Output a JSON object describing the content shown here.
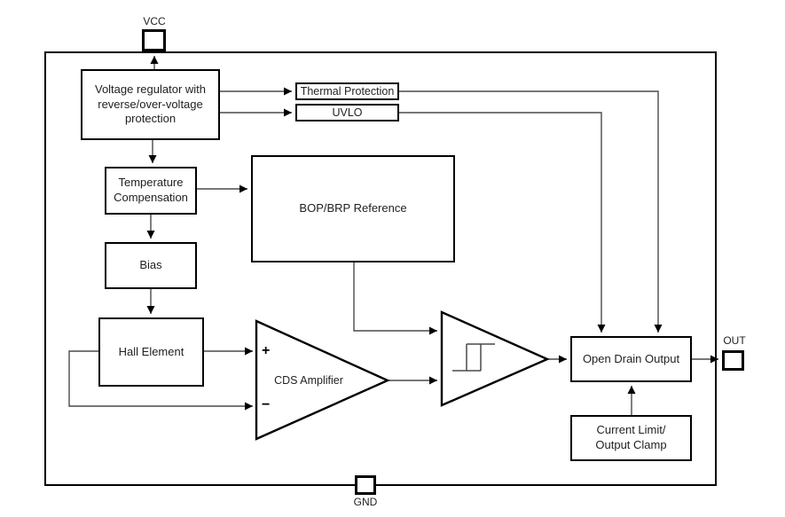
{
  "pins": {
    "vcc": {
      "label": "VCC"
    },
    "out": {
      "label": "OUT"
    },
    "gnd": {
      "label": "GND"
    }
  },
  "blocks": {
    "regulator": {
      "label": "Voltage regulator with\nreverse/over-voltage\nprotection"
    },
    "thermal": {
      "label": "Thermal Protection"
    },
    "uvlo": {
      "label": "UVLO"
    },
    "temp_comp": {
      "label": "Temperature\nCompensation"
    },
    "bop_brp": {
      "label": "BOP/BRP Reference"
    },
    "bias": {
      "label": "Bias"
    },
    "hall": {
      "label": "Hall Element"
    },
    "open_drain": {
      "label": "Open Drain Output"
    },
    "current_limit": {
      "label": "Current Limit/\nOutput Clamp"
    }
  },
  "amplifier": {
    "label": "CDS Amplifier",
    "plus": "+",
    "minus": "−"
  },
  "icons": {
    "cds_amplifier_triangle": "amplifier-triangle-icon",
    "schmitt_trigger_triangle": "comparator-triangle-icon",
    "hysteresis_glyph": "hysteresis-icon"
  },
  "colors": {
    "border": "#000000",
    "connector": "#4a4a4a",
    "background": "#ffffff",
    "text": "#1f1f1f"
  }
}
